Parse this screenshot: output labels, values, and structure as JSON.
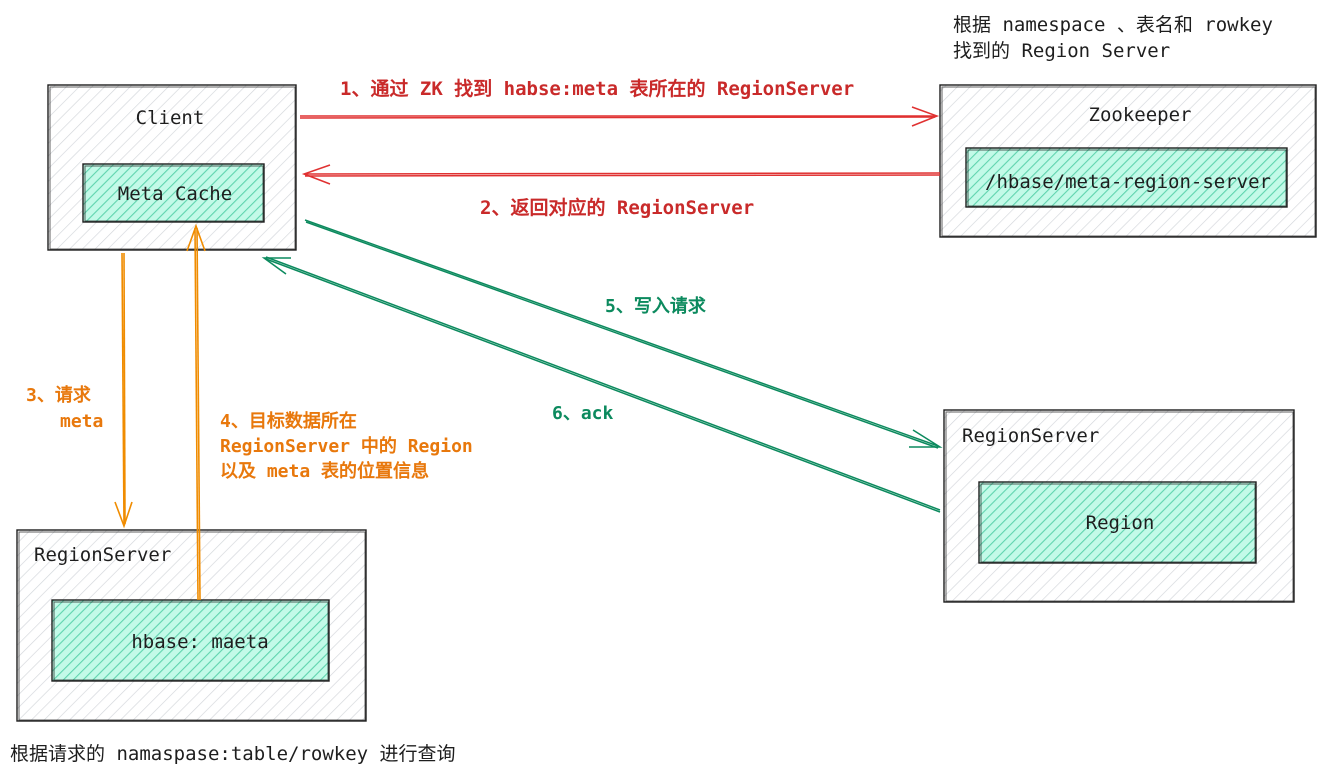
{
  "nodes": {
    "client": {
      "label": "Client",
      "inner": "Meta Cache"
    },
    "zookeeper": {
      "label": "Zookeeper",
      "inner": "/hbase/meta-region-server"
    },
    "meta_region_server": {
      "label": "RegionServer",
      "inner": "hbase: maeta"
    },
    "data_region_server": {
      "label": "RegionServer",
      "inner": "Region"
    }
  },
  "notes": {
    "zookeeper_note": [
      "根据 namespace 、表名和 rowkey",
      "找到的 Region Server"
    ],
    "bottom_note": "根据请求的 namaspase:table/rowkey 进行查询"
  },
  "edges": {
    "step1": "1、通过 ZK 找到 habse:meta 表所在的 RegionServer",
    "step2": "2、返回对应的 RegionServer",
    "step3": [
      "3、请求",
      "meta"
    ],
    "step4": [
      "4、目标数据所在",
      "RegionServer 中的 Region",
      "以及 meta 表的位置信息"
    ],
    "step5": "5、写入请求",
    "step6": "6、ack"
  },
  "colors": {
    "red": "#e03131",
    "green": "#0c8a5e",
    "orange": "#f08c00",
    "inner_fill": "#96f2d7",
    "box_fill": "#e9ecef"
  }
}
